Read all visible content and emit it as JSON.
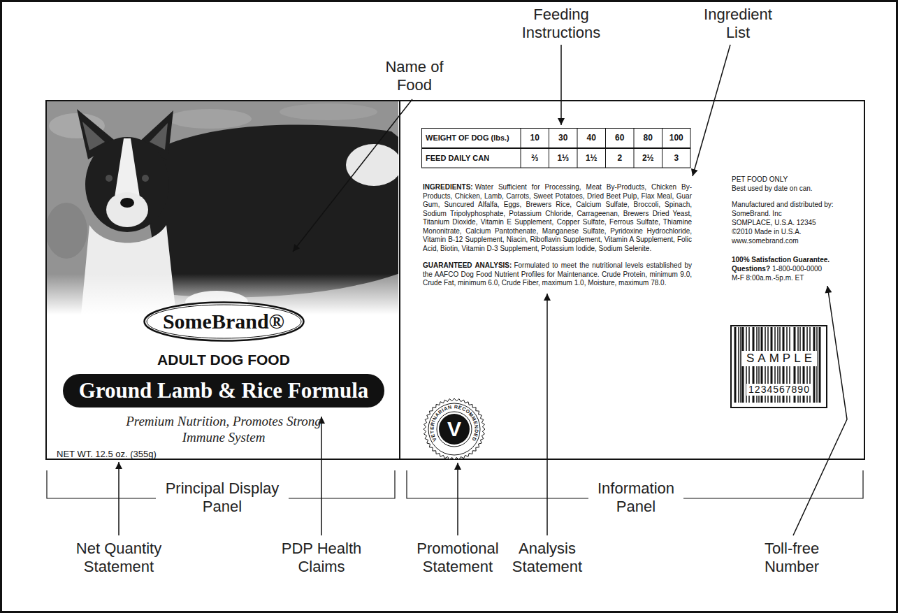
{
  "diagram": {
    "nodes": [
      {
        "text": [
          "ADULT DOG FOOD",
          "Premium Nutrition, Promotes Strong Immune System",
          "NET WT. 12.5 oz. (355g)"
        ]
      },
      {
        "text": [
          "SomeBrand®"
        ],
        "in": 0
      },
      {
        "text": [
          "Ground Lamb & Rice Formula"
        ],
        "in": 0
      },
      {
        "text": [
          "INGREDIENTS:",
          "Water Sufficient for Processing, Meat By-Products, Chicken By-Products, Chicken, Lamb, Carrots, Sweet Potatoes, Dried Beet Pulp, Flax Meal, Guar Gum, Suncured Alfalfa, Eggs, Brewers Rice, Calcium Sulfate, Broccoli, Spinach, Sodium Tripolyphosphate, Potassium Chloride, Carrageenan, Brewers Dried Yeast, Titanium Dioxide, Vitamin E Supplement, Copper Sulfate, Ferrous Sulfate, Thiamine Mononitrate, Calcium Pantothenate, Manganese Sulfate, Pyridoxine Hydrochloride, Vitamin B-12 Supplement, Niacin, Riboflavin Supplement, Vitamin A Supplement, Folic Acid, Biotin, Vitamin D-3 Supplement, Potassium Iodide, Sodium Selenite.",
          "GUARANTEED ANALYSIS:",
          "Formulated to meet the nutritional levels established by the AAFCO Dog Food Nutrient Profiles for Maintenance. Crude Protein, minimum 9.0, Crude Fat, minimum 6.0, Crude Fiber, maximum 1.0, Moisture, maximum 78.0.",
          "PET FOOD ONLY",
          "Best used by date on can.",
          "Manufactured and distributed by:",
          "SomeBrand. Inc",
          "SOMPLACE, U.S.A. 12345",
          "©2010 Made in U.S.A.",
          "www.somebrand.com",
          "100% Satisfaction Guarantee.",
          "Questions?",
          "1-800-000-0000",
          "M-F 8:00a.m.-5p.m. ET"
        ]
      },
      {
        "text": [
          "VETERINARIAN RECOMMENDED",
          "V"
        ],
        "in": 3
      },
      {
        "text": [
          "SAMPLE",
          "1234567890"
        ],
        "in": 3
      }
    ],
    "labels": [
      "Name of Food",
      "Feeding Instructions",
      "Ingredient List",
      "WEIGHT OF DOG (lbs.)",
      "10",
      "30",
      "40",
      "60",
      "80",
      "100",
      "FEED DAILY CAN",
      "⅔",
      "1⅓",
      "1½",
      "2",
      "2½",
      "3",
      "Principal Display Panel",
      "Information Panel",
      "Net Quantity Statement",
      "PDP Health Claims",
      "Promotional Statement",
      "Analysis Statement",
      "Toll-free Number"
    ]
  }
}
